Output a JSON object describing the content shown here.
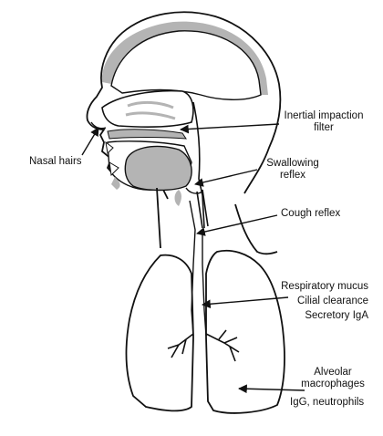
{
  "colors": {
    "outline": "#111111",
    "tissue": "#b4b4b4",
    "background": "#ffffff"
  },
  "labels": {
    "nasal_hairs": "Nasal hairs",
    "inertial_line1": "Inertial impaction",
    "inertial_line2": "filter",
    "swallowing_line1": "Swallowing",
    "swallowing_line2": "reflex",
    "cough": "Cough reflex",
    "respiratory_mucus": "Respiratory mucus",
    "cilial_clearance": "Cilial clearance",
    "secretory_iga": "Secretory IgA",
    "alveolar_line1": "Alveolar",
    "alveolar_line2": "macrophages",
    "igg_neutrophils": "IgG, neutrophils"
  }
}
